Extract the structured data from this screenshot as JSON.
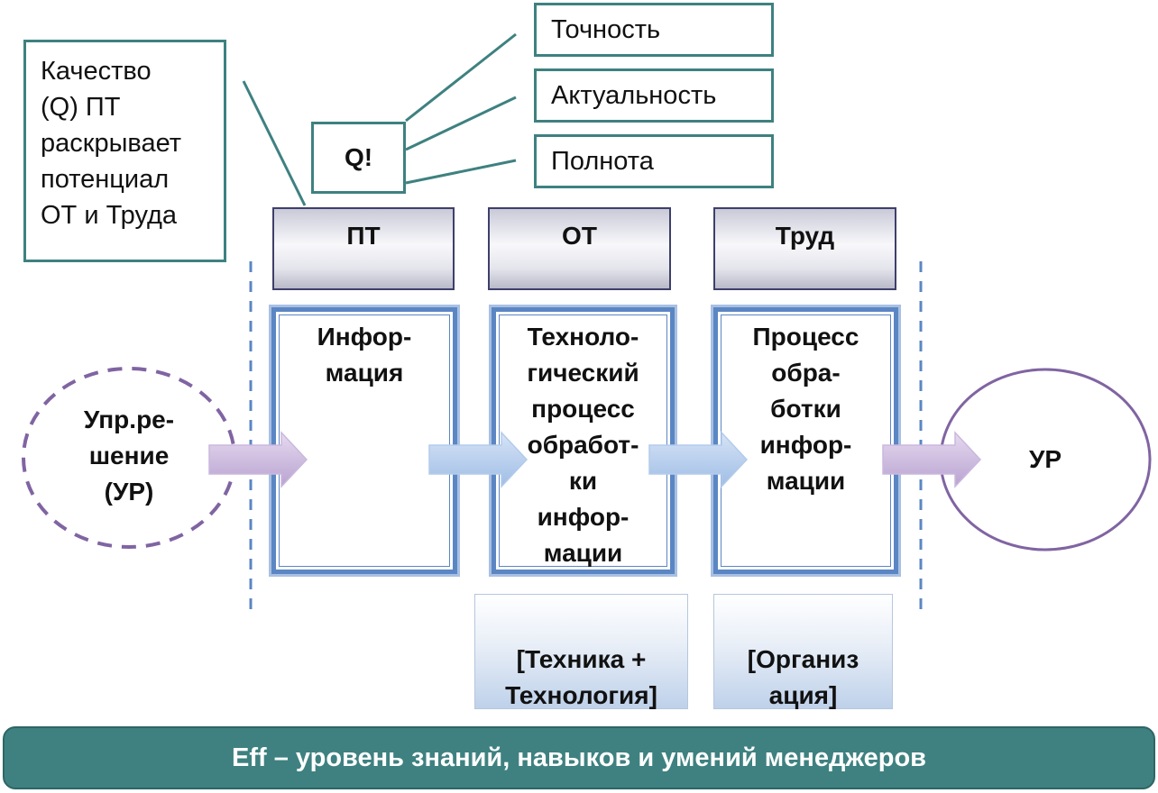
{
  "callout": {
    "text": "Качество\n(Q) ПТ\nраскрывает\nпотенциал\nОТ и Труда"
  },
  "quality": {
    "label": "Q!",
    "attributes": [
      "Точность",
      "Актуальность",
      "Полнота"
    ]
  },
  "headers": [
    "ПТ",
    "ОТ",
    "Труд"
  ],
  "processes": [
    "Инфор-\nмация",
    "Техноло-\nгический\nпроцесс\nобработ-\nки\nинфор-\nмации",
    "Процесс\nобра-\nботки\nинфор-\nмации"
  ],
  "resources": [
    "[Техника +\nТехнология]",
    "[Организ\nация]"
  ],
  "input_decision": "Упр.ре-\nшение\n(УР)",
  "output_decision": "УР",
  "footer": "Eff – уровень знаний, навыков и умений менеджеров",
  "colors": {
    "teal": "#3e8180",
    "blue_border": "#5b86c4",
    "purple": "#8064a2",
    "header_border": "#3e3f6a"
  }
}
